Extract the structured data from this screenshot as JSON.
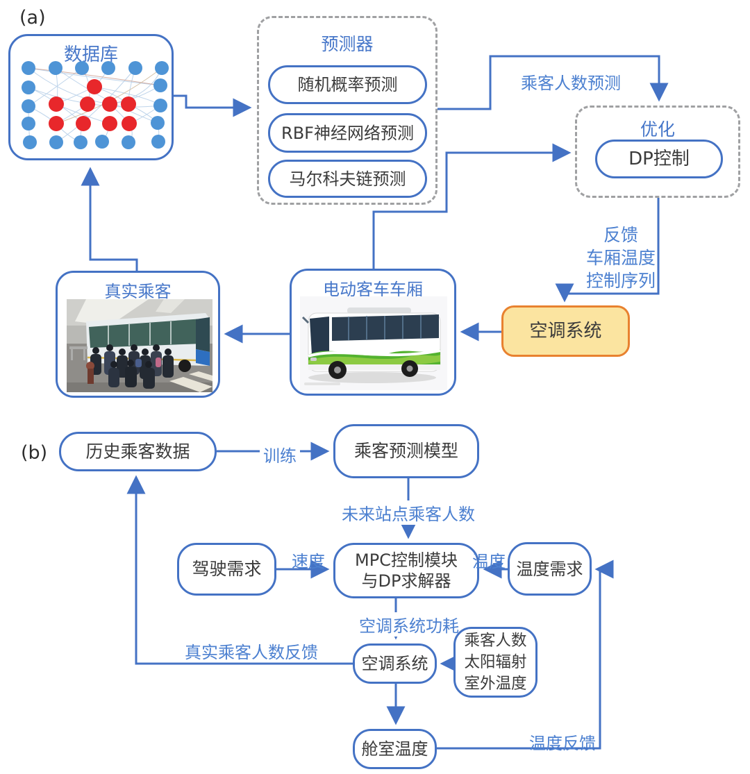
{
  "colors": {
    "line_blue": "#4472C4",
    "label_blue": "#4C80D0",
    "dash_gray": "#9FA0A2",
    "orange_border": "#E8812F",
    "orange_fill": "#FBE4A0",
    "text_dark": "#3B3B3B",
    "node_blue": "#4E94D6",
    "node_red": "#E8272B"
  },
  "panel_a": {
    "label": "(a)",
    "database": {
      "title": "数据库",
      "graphic": "network-graph"
    },
    "predictor": {
      "title": "预测器",
      "methods": [
        "随机概率预测",
        "RBF神经网络预测",
        "马尔科夫链预测"
      ]
    },
    "optimization": {
      "title": "优化",
      "controller": "DP控制"
    },
    "ac_system": {
      "title": "空调系统"
    },
    "bus_cabin": {
      "title": "电动客车车厢",
      "graphic": "electric-bus-photo"
    },
    "real_passengers": {
      "title": "真实乘客",
      "graphic": "passengers-boarding-photo"
    },
    "labels": {
      "passenger_prediction": "乘客人数预测",
      "feedback": [
        "反馈",
        "车厢温度",
        "控制序列"
      ]
    }
  },
  "panel_b": {
    "label": "(b)",
    "history_data": "历史乘客数据",
    "prediction_model": "乘客预测模型",
    "driving_demand": "驾驶需求",
    "mpc": [
      "MPC控制模块",
      "与DP求解器"
    ],
    "temp_demand": "温度需求",
    "ac_system": "空调系统",
    "environment": [
      "乘客人数",
      "太阳辐射",
      "室外温度"
    ],
    "cabin_temp": "舱室温度",
    "labels": {
      "training": "训练",
      "future_passengers": "未来站点乘客人数",
      "speed": "速度",
      "temperature": "温度",
      "ac_power": "空调系统功耗",
      "real_passenger_feedback": "真实乘客人数反馈",
      "temp_feedback": "温度反馈"
    }
  }
}
